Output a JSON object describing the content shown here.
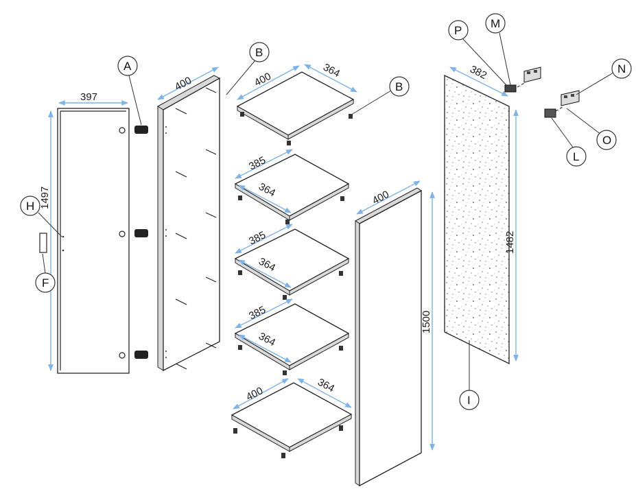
{
  "diagram": {
    "dimensions": {
      "door_width": "397",
      "door_height": "1497",
      "side_top": "400",
      "shelf_top_depth": "400",
      "shelf_top_width": "364",
      "shelf2_depth": "385",
      "shelf2_width": "364",
      "shelf3_depth": "385",
      "shelf3_width": "364",
      "shelf4_depth": "385",
      "shelf4_width": "364",
      "bottom_depth": "400",
      "bottom_width": "364",
      "right_side_top": "400",
      "right_side_height": "1500",
      "back_width": "382",
      "back_height": "1482"
    },
    "callouts": {
      "A": "A",
      "B1": "B",
      "B2": "B",
      "H": "H",
      "F": "F",
      "P": "P",
      "M": "M",
      "N": "N",
      "O": "O",
      "L": "L",
      "I": "I"
    }
  }
}
